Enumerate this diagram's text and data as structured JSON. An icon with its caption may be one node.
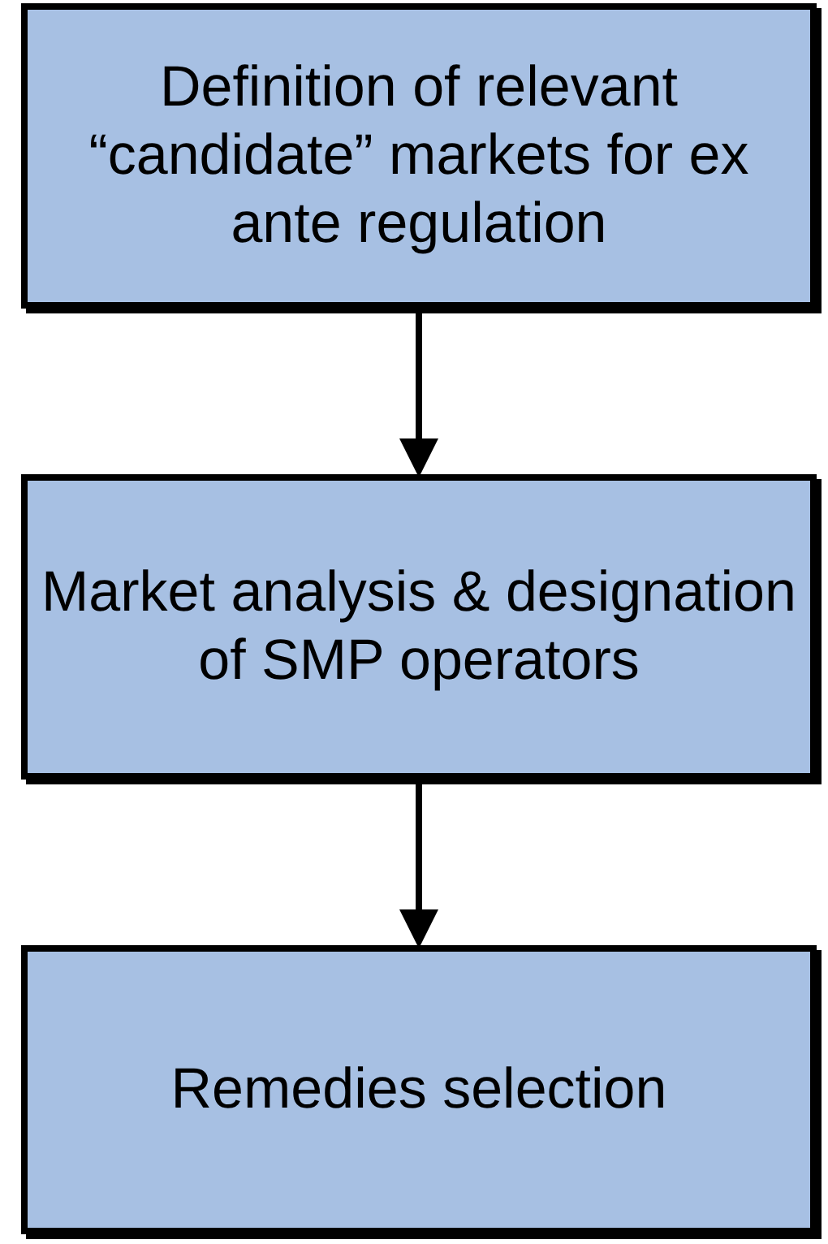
{
  "diagram": {
    "nodes": [
      {
        "text": [
          "Definition of relevant “candidate” markets for ex ante regulation"
        ]
      },
      {
        "text": [
          "Market analysis & designation of SMP operators"
        ]
      },
      {
        "text": [
          "Remedies selection"
        ]
      }
    ],
    "edges": [
      {
        "from": 0,
        "to": 1,
        "arrow": "to"
      },
      {
        "from": 1,
        "to": 2,
        "arrow": "to"
      }
    ]
  }
}
